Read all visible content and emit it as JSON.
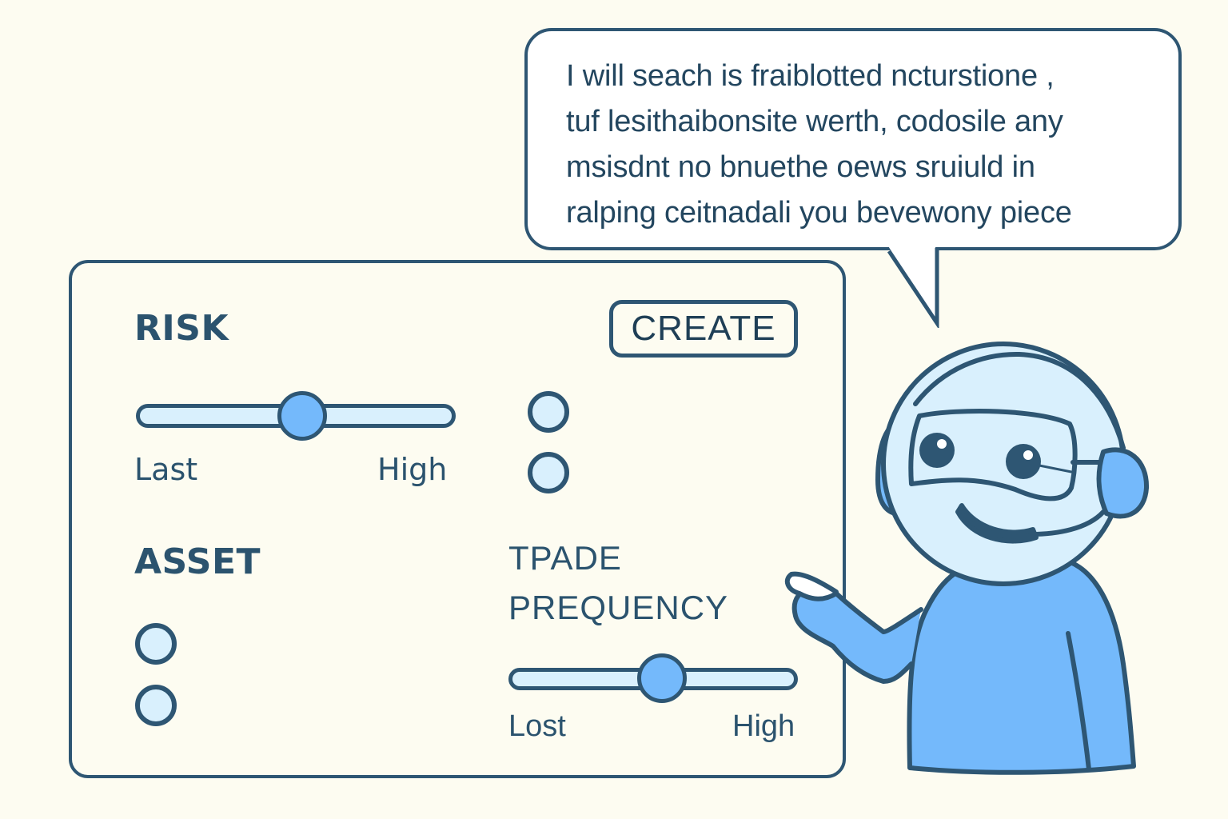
{
  "assistant_bubble": {
    "lines": [
      "I will seach is fraiblotted ncturstione ,",
      "tuf lesithaibonsite  werth, codosile  any",
      "msisdnt no bnuethe oews sruiuld in",
      "ralping ceitnadali you bevewony piece"
    ]
  },
  "panel": {
    "risk": {
      "heading": "RISK",
      "slider": {
        "min_label": "Last",
        "max_label": "High",
        "value_percent": 52
      },
      "options": [
        {
          "selected": false
        },
        {
          "selected": false
        }
      ]
    },
    "create_button": {
      "label": "CREATE"
    },
    "asset": {
      "heading": "ASSET",
      "options": [
        {
          "selected": false
        },
        {
          "selected": false
        }
      ]
    },
    "trade_frequency": {
      "heading_line1": "TPADE",
      "heading_line2": "PREQUENCY",
      "slider": {
        "min_label": "Lost",
        "max_label": "High",
        "value_percent": 53
      }
    }
  },
  "mascot": {
    "icon": "support-agent-with-headset"
  },
  "colors": {
    "background": "#fdfcf1",
    "outline": "#2e5673",
    "light_fill": "#d9f0fd",
    "accent": "#74b9fb",
    "bubble_fill": "#ffffff"
  }
}
